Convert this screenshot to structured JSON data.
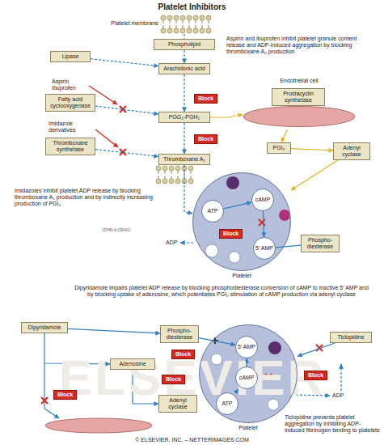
{
  "diagram": {
    "title": "Platelet Inhibitors",
    "nodes": [
      {
        "text": [
          "Phospholipid"
        ]
      },
      {
        "text": [
          "Lipase"
        ]
      },
      {
        "text": [
          "Arachidonic acid"
        ]
      },
      {
        "text": [
          "Fatty acid cyclooxygenase"
        ]
      },
      {
        "text": [
          "Block"
        ]
      },
      {
        "text": [
          "PGG₂-PGH₂"
        ]
      },
      {
        "text": [
          "Thromboxane synthetase"
        ]
      },
      {
        "text": [
          "Block"
        ]
      },
      {
        "text": [
          "Thromboxane A₂"
        ]
      },
      {
        "text": [
          "Endothelial cell"
        ]
      },
      {
        "text": [
          "Prostacyclin synthetase"
        ],
        "in": 9
      },
      {
        "text": [
          "PGI₂"
        ]
      },
      {
        "text": [
          "Adenyl cyclase"
        ]
      },
      {
        "text": [
          "Platelet"
        ]
      },
      {
        "text": [
          "ATP"
        ],
        "in": 13
      },
      {
        "text": [
          "cAMP"
        ],
        "in": 13
      },
      {
        "text": [
          "Block"
        ],
        "in": 13
      },
      {
        "text": [
          "5' AMP"
        ],
        "in": 13
      },
      {
        "text": [
          "Phospho-diesterase"
        ]
      },
      {
        "text": [
          "Dipyridamole"
        ]
      },
      {
        "text": [
          "Phospho-diesterase"
        ]
      },
      {
        "text": [
          "Block"
        ]
      },
      {
        "text": [
          "Adenosine"
        ]
      },
      {
        "text": [
          "Block"
        ]
      },
      {
        "text": [
          "Platelet"
        ]
      },
      {
        "text": [
          "5' AMP"
        ],
        "in": 24
      },
      {
        "text": [
          "cAMP"
        ],
        "in": 24
      },
      {
        "text": [
          "ATP"
        ],
        "in": 24
      },
      {
        "text": [
          "Block"
        ]
      },
      {
        "text": [
          "Ticlopidine"
        ]
      },
      {
        "text": [
          "Block"
        ]
      },
      {
        "text": [
          "Adenyl cyclase"
        ]
      }
    ],
    "edges": [
      {
        "from": 0,
        "to": 2,
        "arrow": "to"
      },
      {
        "from": 1,
        "to": 2,
        "arrow": "to"
      },
      {
        "from": 2,
        "to": 5,
        "arrow": "to"
      },
      {
        "from": 3,
        "to": 5,
        "arrow": "to"
      },
      {
        "from": 5,
        "to": 8,
        "arrow": "to"
      },
      {
        "from": 6,
        "to": 8,
        "arrow": "to"
      },
      {
        "from": 5,
        "to": 9,
        "arrow": "to"
      },
      {
        "from": 9,
        "to": 11,
        "arrow": "to"
      },
      {
        "from": 11,
        "to": 12,
        "arrow": "to"
      },
      {
        "from": 12,
        "to": 13,
        "arrow": "to"
      },
      {
        "from": 8,
        "to": 13,
        "arrow": "to"
      },
      {
        "from": 14,
        "to": 15,
        "arrow": "to"
      },
      {
        "from": 15,
        "to": 17,
        "arrow": "to"
      },
      {
        "from": 18,
        "to": 17,
        "arrow": "none"
      },
      {
        "from": 19,
        "to": 20,
        "arrow": "to"
      },
      {
        "from": 19,
        "to": 22,
        "arrow": "to"
      },
      {
        "from": 20,
        "to": 25,
        "arrow": "to"
      },
      {
        "from": 22,
        "to": 31,
        "arrow": "to"
      },
      {
        "from": 27,
        "to": 26,
        "arrow": "to"
      },
      {
        "from": 26,
        "to": 25,
        "arrow": "to"
      },
      {
        "from": 29,
        "to": 24,
        "arrow": "to"
      }
    ],
    "labels": [
      "Platelet membrane",
      "Aspirin Ibuprofen",
      "Imidazole derivatives",
      "Aspirin and ibuprofen inhibit platelet granule content release and ADP-induced aggregation by blocking thromboxane A₂ production",
      "Imidazoles inhibit platelet ADP release by blocking thromboxane A₂ production and by indirectly increasing production of PGI₂",
      "ADP",
      "JOHN A.CRAIG",
      "Dipyridamole impairs platelet ADP release by blocking phosphodiesterase conversion of cAMP to inactive 5' AMP and by blocking uptake of adenosine, which potentiates PGI₂ stimulation of cAMP production via adenyl cyclase",
      "ADP",
      "Ticlopidine prevents platelet aggregation by inhibiting ADP-induced fibrinogen binding to platelets",
      "© ELSEVIER, INC. – NETTERIMAGES.COM",
      "ELSEVIER"
    ]
  }
}
